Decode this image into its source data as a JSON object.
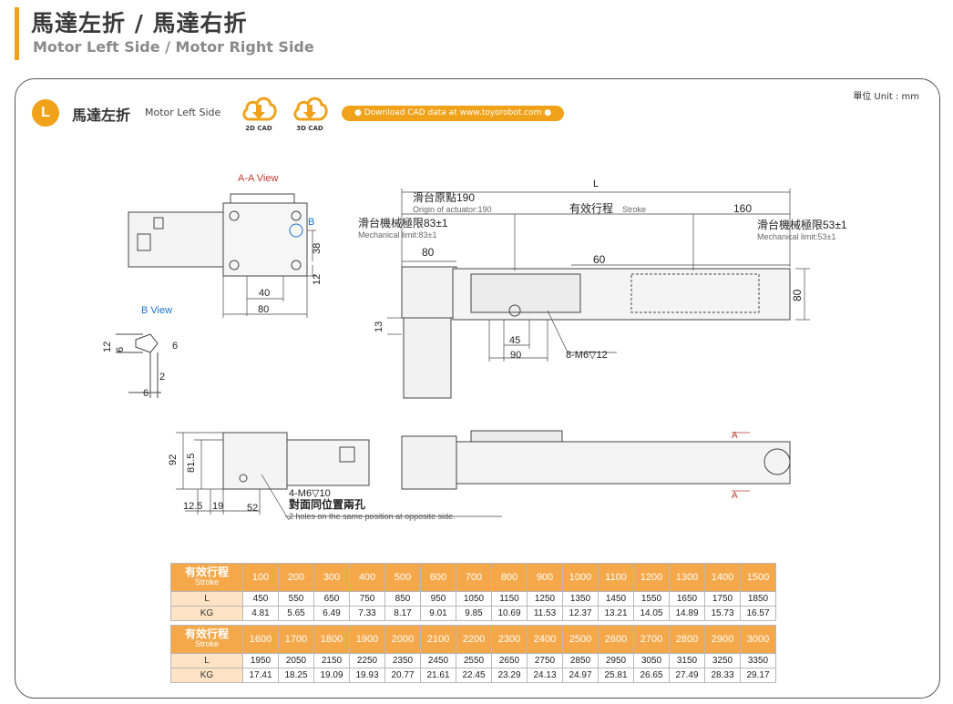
{
  "header": {
    "title_zh": "馬達左折 / 馬達右折",
    "title_en": "Motor Left Side / Motor Right Side"
  },
  "panel": {
    "badge": "L",
    "section_zh": "馬達左折",
    "section_en": "Motor Left Side",
    "unit": "單位 Unit : mm",
    "cad_2d": "2D CAD",
    "cad_3d": "3D CAD",
    "download": "● Download CAD data at www.toyorobot.com ●",
    "accent_color": "#f0a21b"
  },
  "drawing": {
    "aa_view": "A-A View",
    "b_view": "B View",
    "b_mark": "B",
    "a_mark": "A",
    "d38": "38",
    "d12": "12",
    "d40": "40",
    "d80": "80",
    "bv12": "12",
    "bv6": "6",
    "bv6b": "6",
    "bv2": "2",
    "bv6c": "6",
    "L": "L",
    "origin_zh": "滑台原點190",
    "origin_en": "Origin of actuator:190",
    "stroke_zh": "有效行程",
    "stroke_en": "Stroke",
    "d160": "160",
    "mech_left_zh": "滑台機械極限83±1",
    "mech_left_en": "Mechanical limit:83±1",
    "mech_right_zh": "滑台機械極限53±1",
    "mech_right_en": "Mechanical limit:53±1",
    "top80": "80",
    "d60": "60",
    "right80": "80",
    "d13": "13",
    "d45": "45",
    "d90": "90",
    "m6": "8-M6▽12",
    "d92": "92",
    "d81_5": "81.5",
    "d12_5": "12.5",
    "d19": "19",
    "d52": "52",
    "m6b": "4-M6▽10",
    "holes_zh": "對面同位置兩孔",
    "holes_en": "2 holes on the same position at opposite side."
  },
  "table1": {
    "stroke_zh": "有效行程",
    "stroke_en": "Stroke",
    "row_L": "L",
    "row_KG": "KG",
    "strokes": [
      "100",
      "200",
      "300",
      "400",
      "500",
      "600",
      "700",
      "800",
      "900",
      "1000",
      "1100",
      "1200",
      "1300",
      "1400",
      "1500"
    ],
    "L": [
      "450",
      "550",
      "650",
      "750",
      "850",
      "950",
      "1050",
      "1150",
      "1250",
      "1350",
      "1450",
      "1550",
      "1650",
      "1750",
      "1850"
    ],
    "KG": [
      "4.81",
      "5.65",
      "6.49",
      "7.33",
      "8.17",
      "9.01",
      "9.85",
      "10.69",
      "11.53",
      "12.37",
      "13.21",
      "14.05",
      "14.89",
      "15.73",
      "16.57"
    ]
  },
  "table2": {
    "stroke_zh": "有效行程",
    "stroke_en": "Stroke",
    "row_L": "L",
    "row_KG": "KG",
    "strokes": [
      "1600",
      "1700",
      "1800",
      "1900",
      "2000",
      "2100",
      "2200",
      "2300",
      "2400",
      "2500",
      "2600",
      "2700",
      "2800",
      "2900",
      "3000"
    ],
    "L": [
      "1950",
      "2050",
      "2150",
      "2250",
      "2350",
      "2450",
      "2550",
      "2650",
      "2750",
      "2850",
      "2950",
      "3050",
      "3150",
      "3250",
      "3350"
    ],
    "KG": [
      "17.41",
      "18.25",
      "19.09",
      "19.93",
      "20.77",
      "21.61",
      "22.45",
      "23.29",
      "24.13",
      "24.97",
      "25.81",
      "26.65",
      "27.49",
      "28.33",
      "29.17"
    ]
  }
}
